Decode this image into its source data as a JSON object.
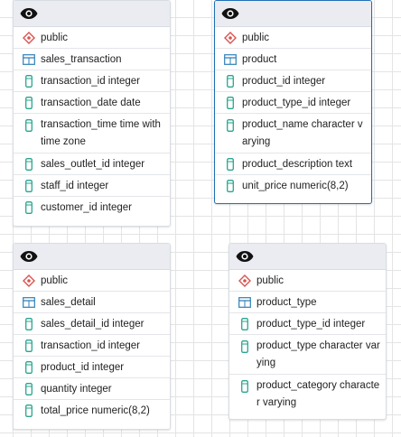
{
  "tables": [
    {
      "schema": "public",
      "name": "sales_transaction",
      "columns": [
        "transaction_id integer",
        "transaction_date date",
        "transaction_time time with time zone",
        "sales_outlet_id integer",
        "staff_id integer",
        "customer_id integer"
      ]
    },
    {
      "schema": "public",
      "name": "product",
      "columns": [
        "product_id integer",
        "product_type_id integer",
        "product_name character varying",
        "product_description text",
        "unit_price numeric(8,2)"
      ]
    },
    {
      "schema": "public",
      "name": "sales_detail",
      "columns": [
        "sales_detail_id integer",
        "transaction_id integer",
        "product_id integer",
        "quantity integer",
        "total_price numeric(8,2)"
      ]
    },
    {
      "schema": "public",
      "name": "product_type",
      "columns": [
        "product_type_id integer",
        "product_type character varying",
        "product_category character varying"
      ]
    }
  ],
  "colors": {
    "schema_icon": "#d9534f",
    "table_icon": "#2e7fb8",
    "column_icon": "#2aa58f",
    "selected_border": "#1f6fb5"
  },
  "icons": {
    "header": "eye-icon",
    "schema": "schema-diamond-icon",
    "table": "table-grid-icon",
    "column": "column-cylinder-icon"
  }
}
